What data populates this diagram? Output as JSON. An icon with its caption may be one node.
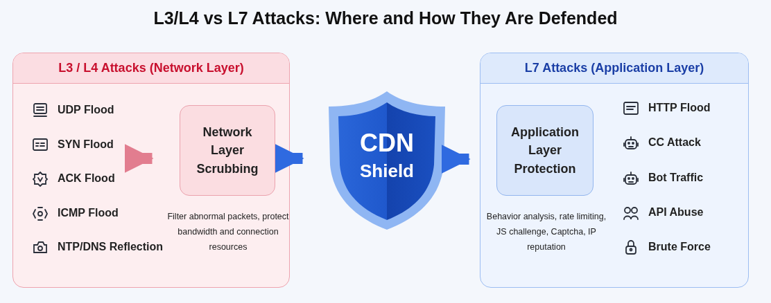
{
  "diagram": {
    "title": "L3/L4 vs L7 Attacks: Where and How They Are Defended",
    "nodes": [
      {
        "text": [
          "L3 / L4 Attacks (Network Layer)"
        ]
      },
      {
        "text": [
          "Network Layer Scrubbing"
        ],
        "in": 0,
        "beside": [
          "Filter abnormal packets, protect bandwidth and connection resources"
        ]
      },
      {
        "text": [
          "CDN",
          "Shield"
        ]
      },
      {
        "text": [
          "L7 Attacks (Application Layer)"
        ]
      },
      {
        "text": [
          "Application Layer Protection"
        ],
        "in": 3,
        "beside": [
          "Behavior analysis, rate limiting, JS challenge, Captcha, IP reputation"
        ]
      }
    ],
    "edges": [
      {
        "from": null,
        "to": 1,
        "arrow": "to",
        "color": "#e27d8f"
      },
      {
        "from": 1,
        "to": 2,
        "arrow": "to"
      },
      {
        "from": 2,
        "to": 4,
        "arrow": "to"
      }
    ],
    "labels": [
      "UDP Flood",
      "SYN Flood",
      "ACK Flood",
      "ICMP Flood",
      "NTP/DNS Reflection",
      "HTTP Flood",
      "CC Attack",
      "Bot Traffic",
      "API Abuse",
      "Brute Force"
    ]
  }
}
